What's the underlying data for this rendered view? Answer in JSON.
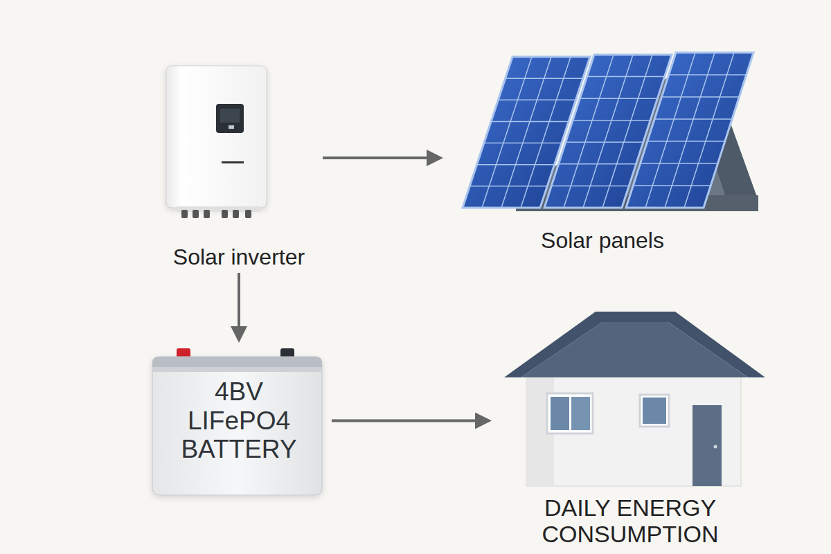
{
  "diagram": {
    "nodes": [
      {
        "text": [
          "Solar inverter"
        ]
      },
      {
        "text": [
          "Solar panels"
        ]
      },
      {
        "text": [
          "4BV LIFePO4 BATTERY"
        ]
      },
      {
        "text": [
          "DAILY ENERGY CONSUMPTION"
        ]
      }
    ],
    "edges": [
      {
        "from": 0,
        "to": 1,
        "arrow": "to"
      },
      {
        "from": 0,
        "to": 2,
        "arrow": "to"
      },
      {
        "from": 2,
        "to": 3,
        "arrow": "to"
      }
    ]
  }
}
